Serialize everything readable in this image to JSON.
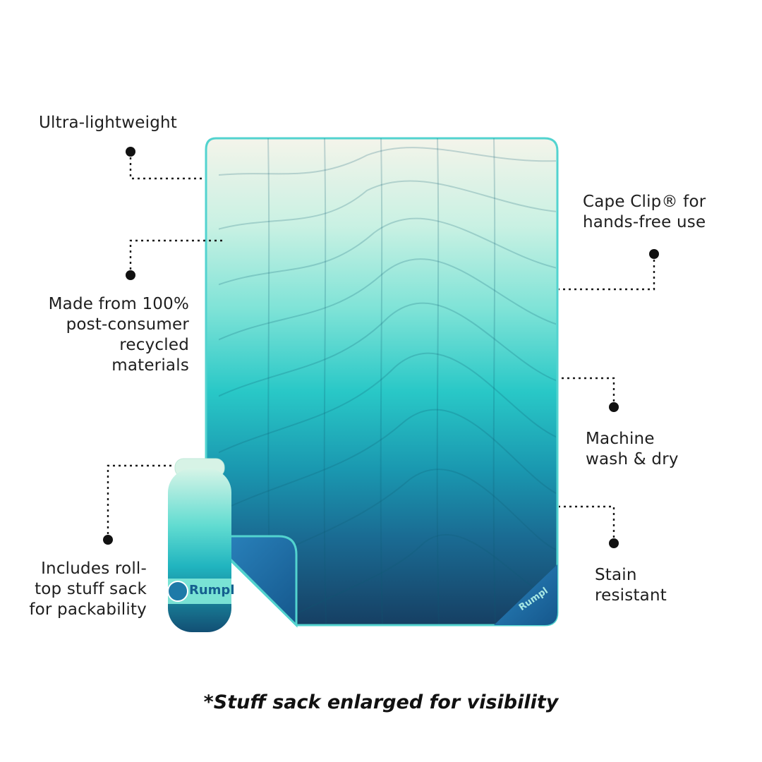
{
  "callouts": {
    "lightweight": "Ultra-lightweight",
    "recycled": "Made from 100%\npost-consumer\nrecycled\nmaterials",
    "stuff_sack": "Includes roll-\ntop stuff sack\nfor packability",
    "cape_clip": "Cape Clip® for\nhands-free use",
    "machine_wash": "Machine\nwash & dry",
    "stain": "Stain\nresistant"
  },
  "caption": "*Stuff sack enlarged for visibility",
  "brand": {
    "logo_text": "Rumpl"
  },
  "colors": {
    "blanket_top": "#f3f5ec",
    "blanket_mid": "#22c7c6",
    "blanket_bottom": "#164f78",
    "blanket_edge": "#4fd2cf",
    "corner_blue": "#1d6fa6",
    "text": "#1e1e1e"
  }
}
